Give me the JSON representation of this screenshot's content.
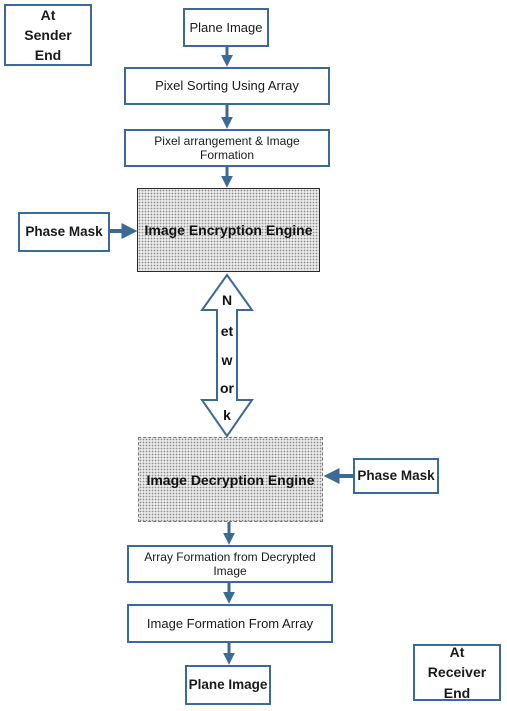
{
  "sender_label": "At Sender End",
  "receiver_label": "At Receiver End",
  "sender": {
    "plane_image": "Plane Image",
    "pixel_sorting": "Pixel Sorting Using Array",
    "pixel_arrangement": "Pixel arrangement & Image Formation",
    "encryption_engine": "Image Encryption Engine",
    "phase_mask": "Phase Mask"
  },
  "network": {
    "letters": [
      "N",
      "et",
      "w",
      "or",
      "k"
    ]
  },
  "receiver": {
    "decryption_engine": "Image Decryption Engine",
    "phase_mask": "Phase Mask",
    "array_formation": "Array Formation from Decrypted Image",
    "image_formation": "Image Formation From Array",
    "plane_image": "Plane Image"
  }
}
